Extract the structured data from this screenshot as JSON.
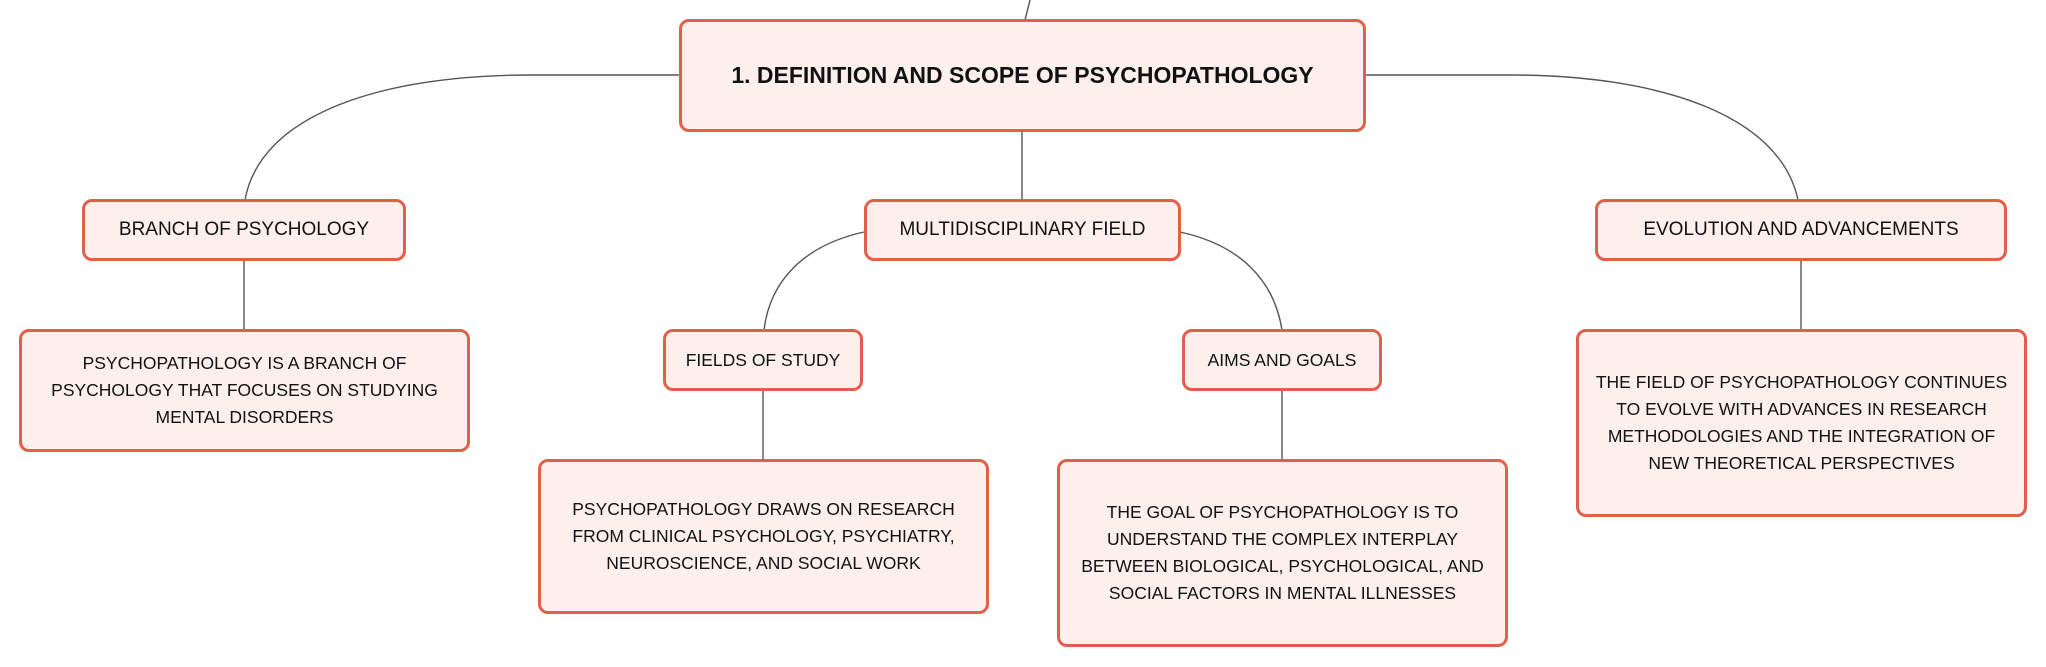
{
  "diagram": {
    "root": {
      "label": "1. DEFINITION AND SCOPE OF PSYCHOPATHOLOGY"
    },
    "branch_of_psychology": {
      "label": "BRANCH OF PSYCHOLOGY",
      "description": "PSYCHOPATHOLOGY IS A BRANCH OF PSYCHOLOGY THAT FOCUSES ON STUDYING MENTAL DISORDERS"
    },
    "multidisciplinary_field": {
      "label": "MULTIDISCIPLINARY FIELD"
    },
    "fields_of_study": {
      "label": "FIELDS OF STUDY",
      "description": "PSYCHOPATHOLOGY DRAWS ON RESEARCH FROM CLINICAL PSYCHOLOGY, PSYCHIATRY, NEUROSCIENCE, AND SOCIAL WORK"
    },
    "aims_and_goals": {
      "label": "AIMS AND GOALS",
      "description": "THE GOAL OF PSYCHOPATHOLOGY IS TO UNDERSTAND THE COMPLEX INTERPLAY BETWEEN BIOLOGICAL, PSYCHOLOGICAL, AND SOCIAL FACTORS IN MENTAL ILLNESSES"
    },
    "evolution_and_advancements": {
      "label": "EVOLUTION AND ADVANCEMENTS",
      "description": "THE FIELD OF PSYCHOPATHOLOGY CONTINUES TO EVOLVE WITH ADVANCES IN RESEARCH METHODOLOGIES AND THE INTEGRATION OF NEW THEORETICAL PERSPECTIVES"
    },
    "colors": {
      "node_fill": "#fdf0ec",
      "node_border": "#e0604c",
      "connector": "#555555"
    }
  }
}
